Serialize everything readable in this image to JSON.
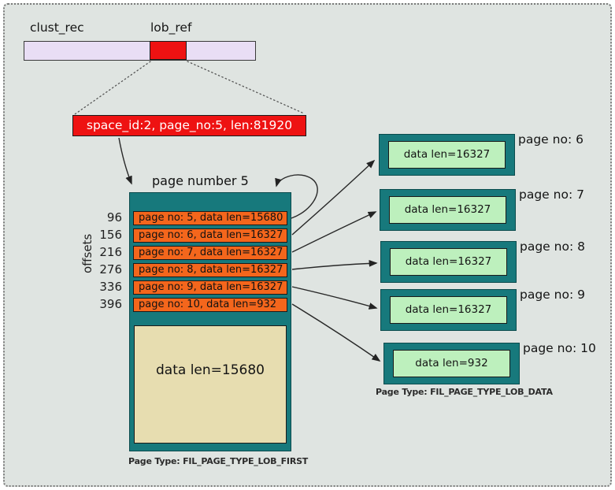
{
  "colors": {
    "background": "#dfe4e1",
    "record_bar_fill": "#e9def5",
    "lob_ref_red": "#ee1212",
    "page_teal": "#17797c",
    "index_entry_orange": "#f4661c",
    "data_area_tan": "#e7ddb0",
    "lob_data_green": "#bdf0bd"
  },
  "top": {
    "clust_rec_label": "clust_rec",
    "lob_ref_label": "lob_ref"
  },
  "lob_ref_box": {
    "text": "space_id:2, page_no:5, len:81920"
  },
  "page5": {
    "title": "page number 5",
    "offsets_axis_label": "offsets",
    "rows": [
      {
        "offset": "96",
        "label": "page no: 5, data len=15680"
      },
      {
        "offset": "156",
        "label": "page no: 6, data len=16327"
      },
      {
        "offset": "216",
        "label": "page no: 7, data len=16327"
      },
      {
        "offset": "276",
        "label": "page no: 8, data len=16327"
      },
      {
        "offset": "336",
        "label": "page no: 9, data len=16327"
      },
      {
        "offset": "396",
        "label": "page no: 10, data len=932"
      }
    ],
    "data_box_text": "data len=15680",
    "caption": "Page Type: FIL_PAGE_TYPE_LOB_FIRST"
  },
  "lob_data_pages": {
    "boxes": [
      {
        "label": "page no: 6",
        "text": "data len=16327"
      },
      {
        "label": "page no: 7",
        "text": "data len=16327"
      },
      {
        "label": "page no: 8",
        "text": "data len=16327"
      },
      {
        "label": "page no: 9",
        "text": "data len=16327"
      },
      {
        "label": "page no: 10",
        "text": "data len=932"
      }
    ],
    "caption": "Page Type: FIL_PAGE_TYPE_LOB_DATA"
  }
}
